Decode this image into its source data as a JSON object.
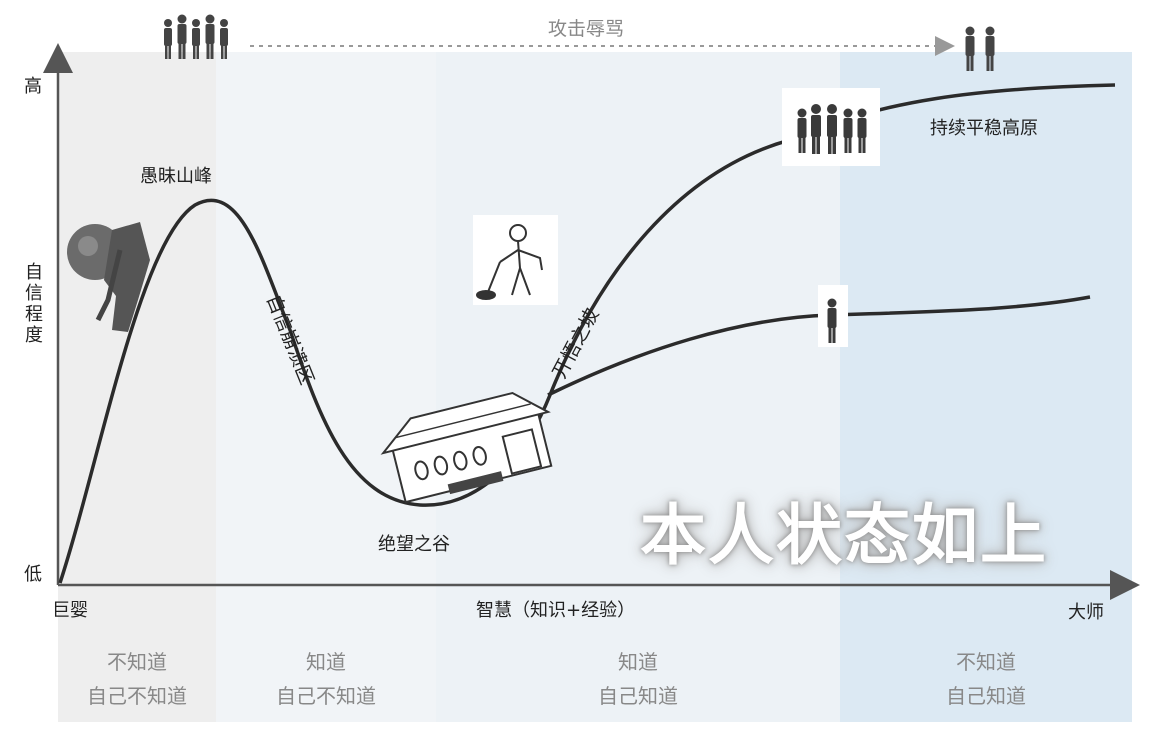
{
  "top_annotation": "攻击辱骂",
  "y_axis": {
    "label": "自信程度",
    "high": "高",
    "low": "低"
  },
  "x_axis": {
    "label": "智慧（知识+经验）",
    "start": "巨婴",
    "end": "大师"
  },
  "curve_labels": {
    "peak": "愚昧山峰",
    "slope_down": "自信崩溃区",
    "valley": "绝望之谷",
    "slope_up": "开悟之坡",
    "plateau": "持续平稳高原"
  },
  "stages": [
    {
      "line1": "不知道",
      "line2": "自己不知道"
    },
    {
      "line1": "知道",
      "line2": "自己不知道"
    },
    {
      "line1": "知道",
      "line2": "自己知道"
    },
    {
      "line1": "不知道",
      "line2": "自己知道"
    }
  ],
  "overlay_text": "本人状态如上",
  "icons": [
    "crowd-icon",
    "pair-icon",
    "crowd-icon",
    "person-icon",
    "boulder-climber-icon",
    "metal-detector-person-icon",
    "tilted-house-icon"
  ]
}
